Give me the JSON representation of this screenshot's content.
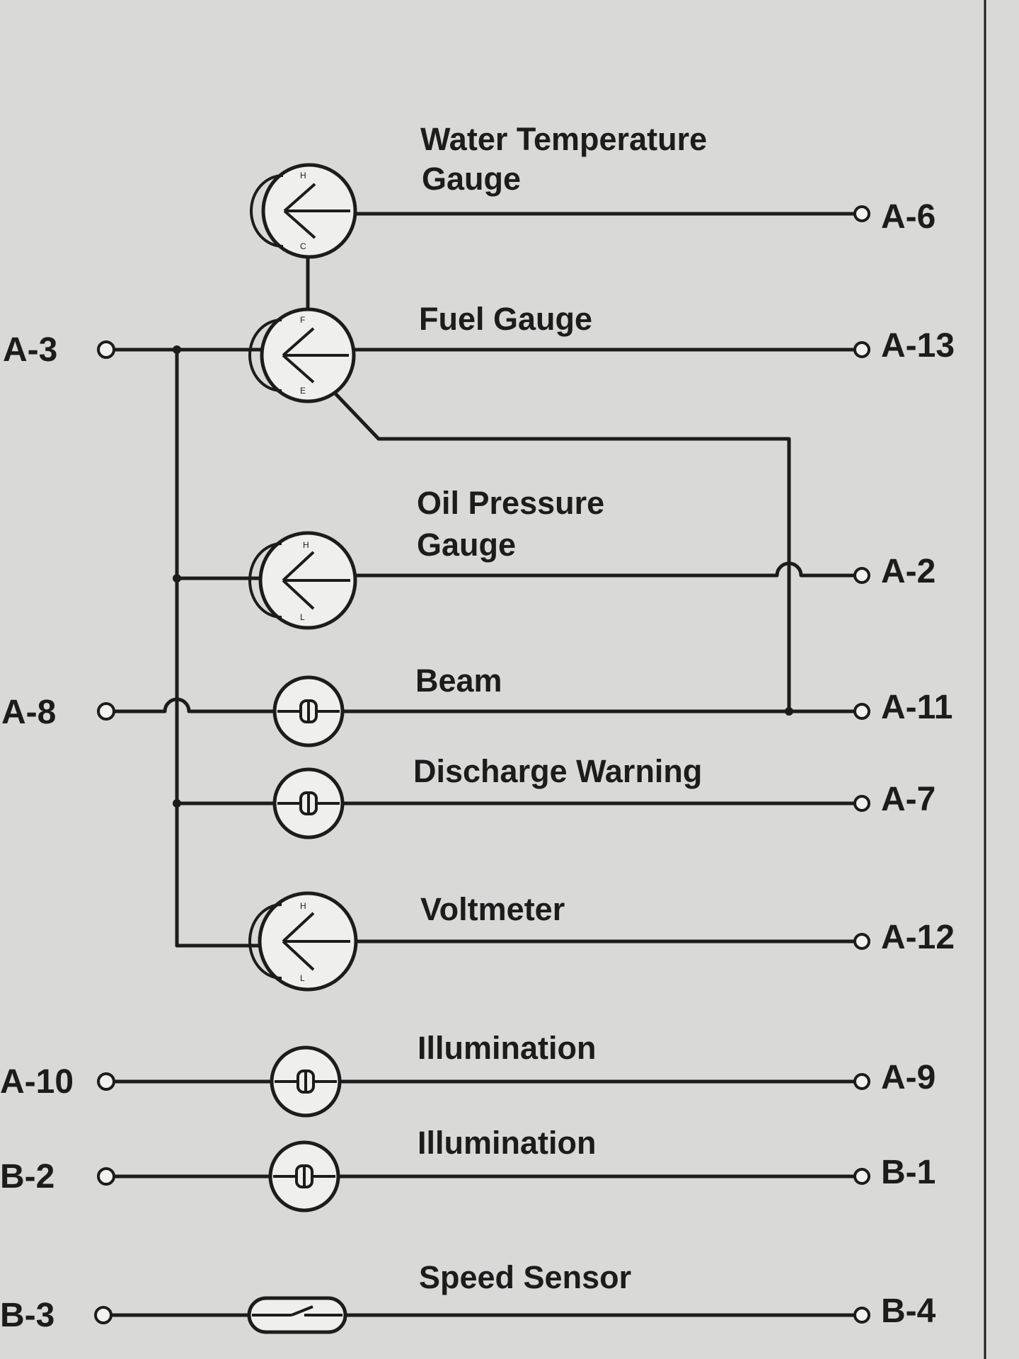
{
  "components": {
    "water_temp": {
      "line1": "Water Temperature",
      "line2": "Gauge",
      "mark_top": "H",
      "mark_bottom": "C"
    },
    "fuel": {
      "label": "Fuel Gauge",
      "mark_top": "F",
      "mark_bottom": "E"
    },
    "oil": {
      "line1": "Oil Pressure",
      "line2": "Gauge",
      "mark_top": "H",
      "mark_bottom": "L"
    },
    "beam": {
      "label": "Beam"
    },
    "discharge": {
      "label": "Discharge Warning"
    },
    "voltmeter": {
      "label": "Voltmeter",
      "mark_top": "H",
      "mark_bottom": "L"
    },
    "illum1": {
      "label": "Illumination"
    },
    "illum2": {
      "label": "Illumination"
    },
    "speed_sensor": {
      "label": "Speed Sensor"
    }
  },
  "terminals": {
    "left": {
      "a3": "A-3",
      "a8": "A-8",
      "a10": "A-10",
      "b2": "B-2",
      "b3": "B-3"
    },
    "right": {
      "a6": "A-6",
      "a13": "A-13",
      "a2": "A-2",
      "a11": "A-11",
      "a7": "A-7",
      "a12": "A-12",
      "a9": "A-9",
      "b1": "B-1",
      "b4": "B-4"
    }
  },
  "colors": {
    "ink": "#1c1c1c",
    "paper": "#d9d9d7"
  }
}
